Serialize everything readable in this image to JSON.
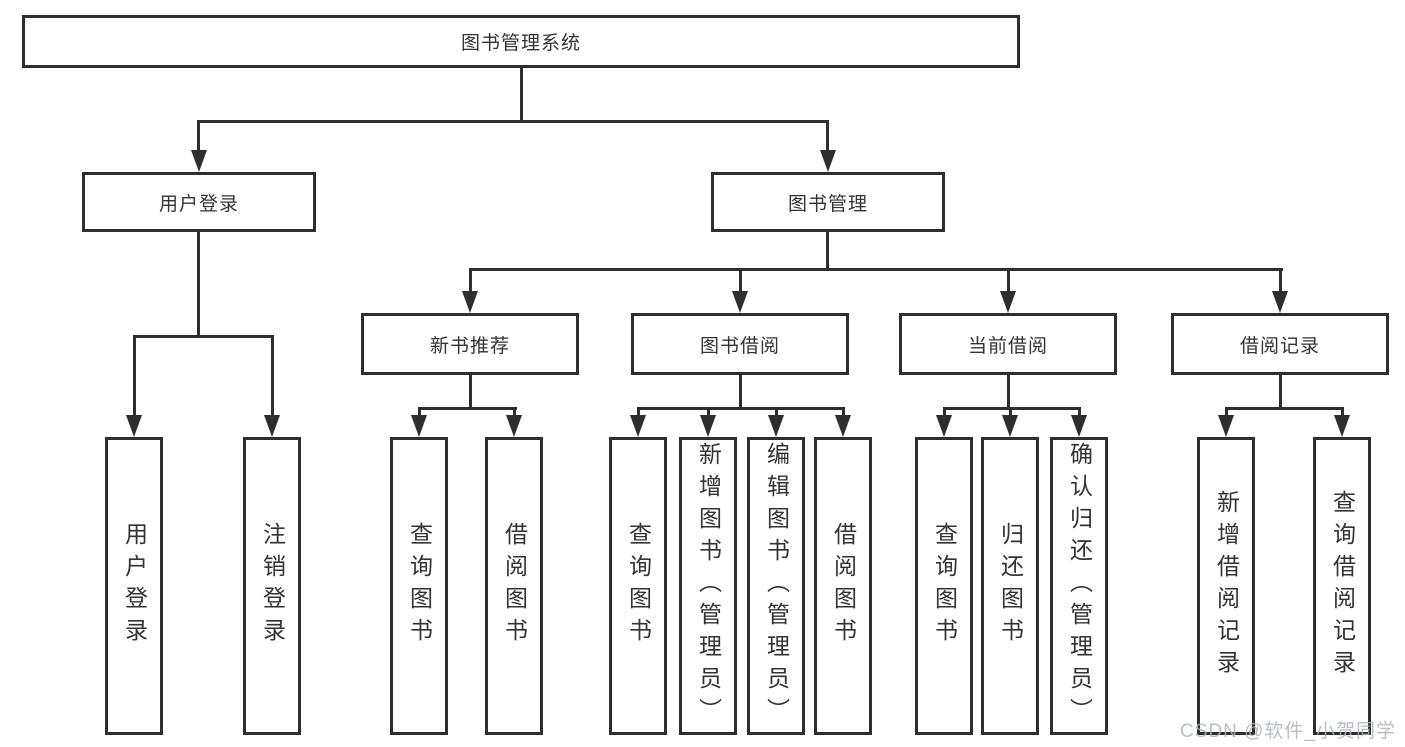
{
  "diagram": {
    "root": {
      "label": "图书管理系统"
    },
    "level2": [
      {
        "label": "用户登录"
      },
      {
        "label": "图书管理"
      }
    ],
    "level3": [
      {
        "label": "新书推荐"
      },
      {
        "label": "图书借阅"
      },
      {
        "label": "当前借阅"
      },
      {
        "label": "借阅记录"
      }
    ],
    "leaves": {
      "user_login": [
        "用户登录",
        "注销登录"
      ],
      "new_book": [
        "查询图书",
        "借阅图书"
      ],
      "book_borrow": [
        "查询图书",
        "新增图书（管理员）",
        "编辑图书（管理员）",
        "借阅图书"
      ],
      "current_borrow": [
        "查询图书",
        "归还图书",
        "确认归还（管理员）"
      ],
      "borrow_record": [
        "新增借阅记录",
        "查询借阅记录"
      ]
    }
  },
  "watermark": "CSDN @软件_小贺同学",
  "colors": {
    "line": "#2e2e2e",
    "text": "#333333",
    "watermark": "#abb3bc",
    "background": "#ffffff"
  }
}
